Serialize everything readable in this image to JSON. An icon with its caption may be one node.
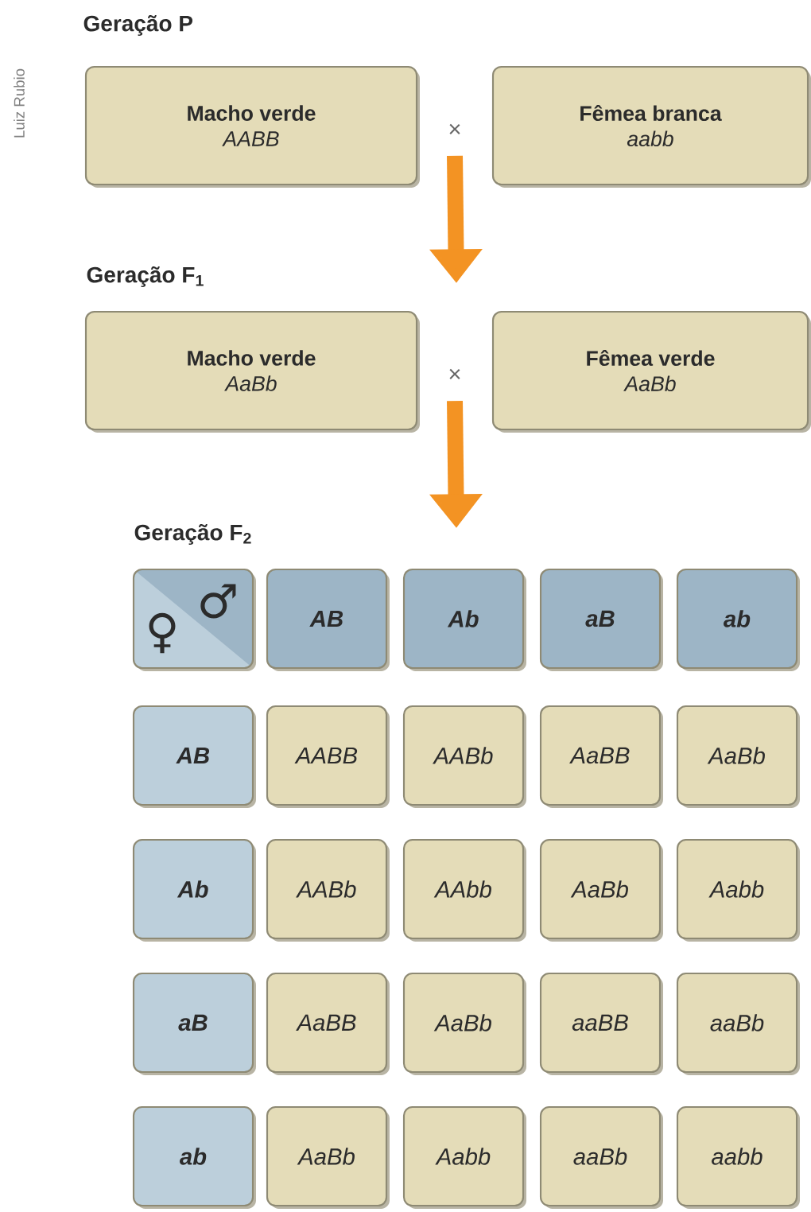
{
  "diagram": {
    "nodes": [
      {
        "text": [
          "Macho verde",
          "AABB"
        ]
      },
      {
        "text": [
          "×"
        ]
      },
      {
        "text": [
          "Fêmea branca",
          "aabb"
        ]
      },
      {
        "text": [
          "Macho verde",
          "AaBb"
        ]
      },
      {
        "text": [
          "×"
        ]
      },
      {
        "text": [
          "Fêmea verde",
          "AaBb"
        ]
      },
      {
        "text": [
          "♂",
          "♀"
        ]
      },
      {
        "text": [
          "AB"
        ]
      },
      {
        "text": [
          "Ab"
        ]
      },
      {
        "text": [
          "aB"
        ]
      },
      {
        "text": [
          "ab"
        ]
      },
      {
        "text": [
          "AB"
        ]
      },
      {
        "text": [
          "AABB"
        ]
      },
      {
        "text": [
          "AABb"
        ]
      },
      {
        "text": [
          "AaBB"
        ]
      },
      {
        "text": [
          "AaBb"
        ]
      },
      {
        "text": [
          "Ab"
        ]
      },
      {
        "text": [
          "AABb"
        ]
      },
      {
        "text": [
          "AAbb"
        ]
      },
      {
        "text": [
          "AaBb"
        ]
      },
      {
        "text": [
          "Aabb"
        ]
      },
      {
        "text": [
          "aB"
        ]
      },
      {
        "text": [
          "AaBB"
        ]
      },
      {
        "text": [
          "AaBb"
        ]
      },
      {
        "text": [
          "aaBB"
        ]
      },
      {
        "text": [
          "aaBb"
        ]
      },
      {
        "text": [
          "ab"
        ]
      },
      {
        "text": [
          "AaBb"
        ]
      },
      {
        "text": [
          "Aabb"
        ]
      },
      {
        "text": [
          "aaBb"
        ]
      },
      {
        "text": [
          "aabb"
        ]
      }
    ],
    "edges": [
      {
        "from": 1,
        "to": null,
        "arrow": "to"
      },
      {
        "from": 4,
        "to": null,
        "arrow": "to"
      }
    ],
    "labels": [
      "Luiz Rubio",
      "Geração P",
      "Geração F$_{1}$",
      "Geração F$_{2}$"
    ]
  }
}
